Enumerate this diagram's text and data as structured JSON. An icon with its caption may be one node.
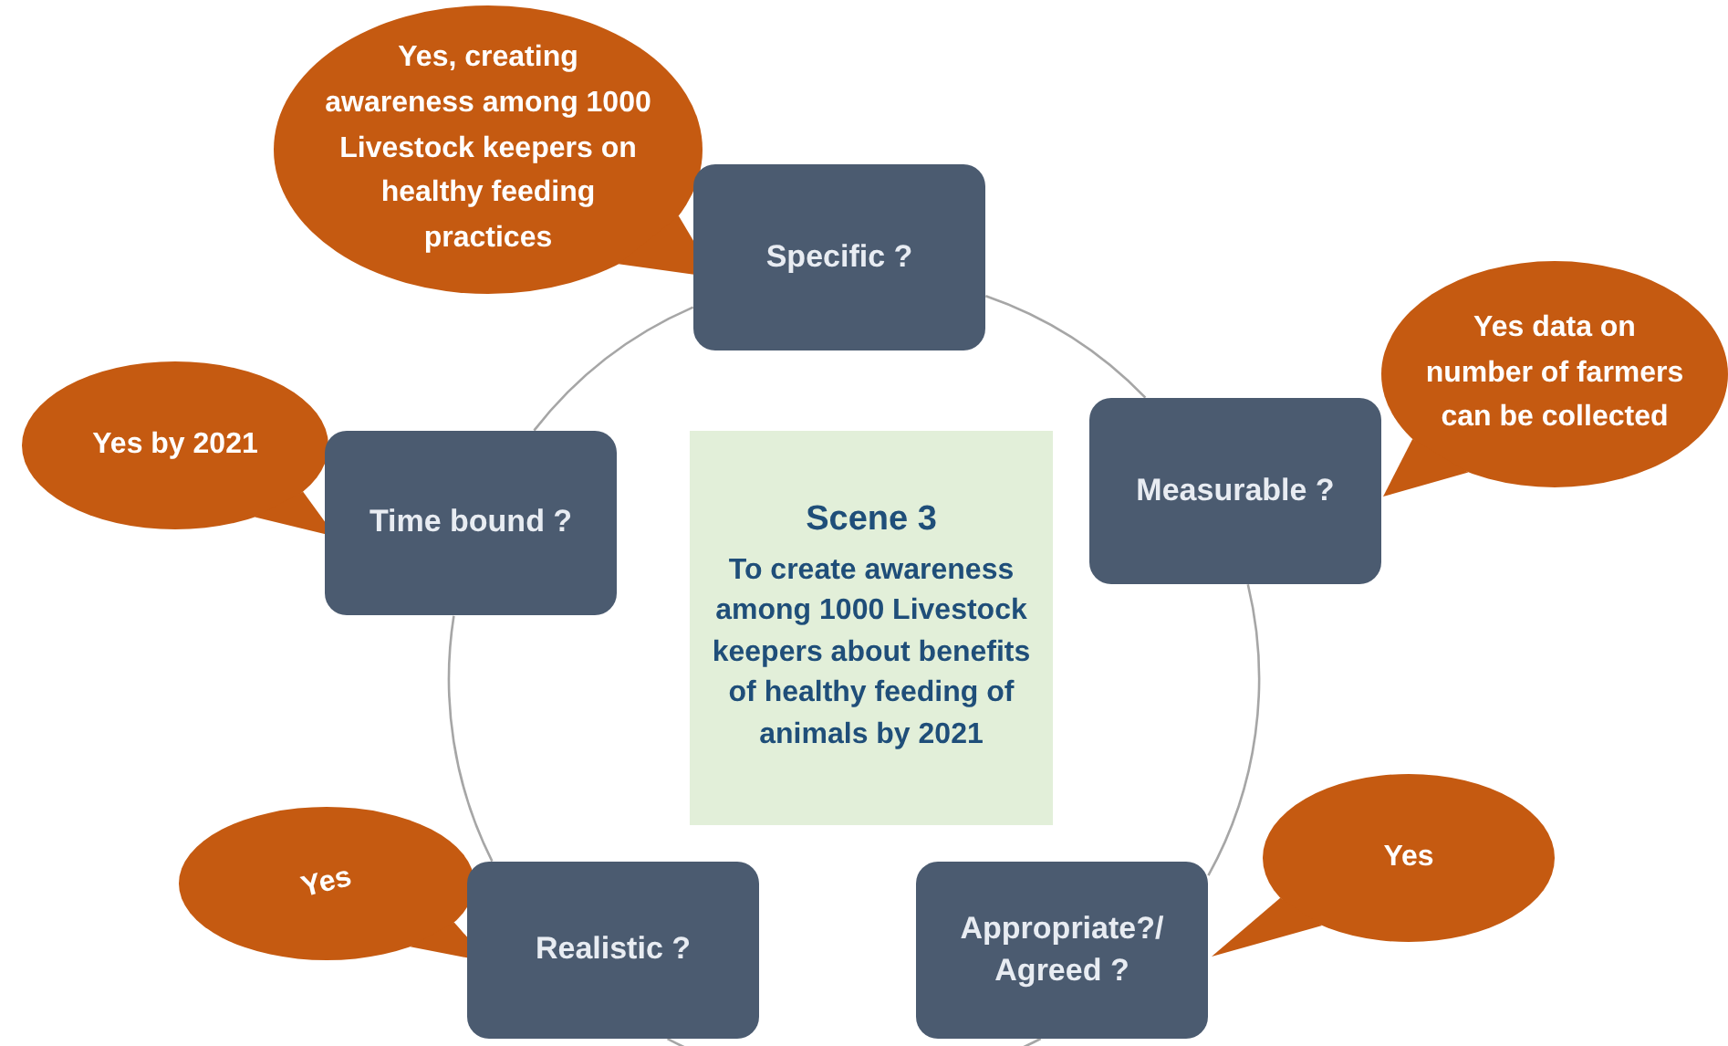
{
  "diagram": {
    "nodes": [
      {
        "text": [
          "Yes, creating awareness among 1000 Livestock keepers on healthy feeding practices"
        ]
      },
      {
        "text": [
          "Specific ?"
        ]
      },
      {
        "text": [
          "Yes data on number of farmers can be collected"
        ]
      },
      {
        "text": [
          "Yes by 2021"
        ]
      },
      {
        "text": [
          "Measurable ?"
        ]
      },
      {
        "text": [
          "Time bound ?"
        ]
      },
      {
        "text": [
          "Scene 3",
          "To create awareness among 1000 Livestock keepers about benefits of healthy feeding of animals by 2021"
        ]
      },
      {
        "text": [
          "Yes"
        ]
      },
      {
        "text": [
          "Yes"
        ]
      },
      {
        "text": [
          "Realistic ?"
        ]
      },
      {
        "text": [
          "Appropriate?/ Agreed ?"
        ]
      }
    ],
    "edges": [
      {
        "from": 1,
        "to": 4,
        "arrow": "none"
      },
      {
        "from": 4,
        "to": 10,
        "arrow": "none"
      },
      {
        "from": 10,
        "to": 9,
        "arrow": "none"
      },
      {
        "from": 9,
        "to": 5,
        "arrow": "none"
      },
      {
        "from": 5,
        "to": 1,
        "arrow": "none"
      }
    ]
  }
}
